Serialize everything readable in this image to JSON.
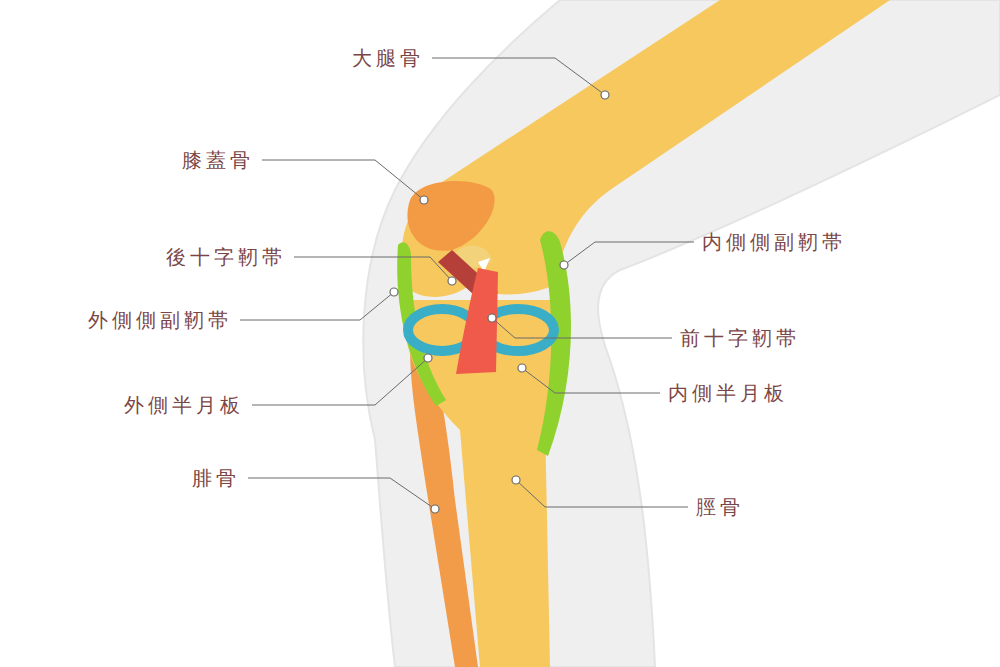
{
  "diagram": {
    "labels": [
      "大腿骨",
      "膝蓋骨",
      "後十字靭帯",
      "外側側副靭帯",
      "外側半月板",
      "腓骨",
      "内側側副靭帯",
      "前十字靭帯",
      "内側半月板",
      "脛骨"
    ]
  }
}
